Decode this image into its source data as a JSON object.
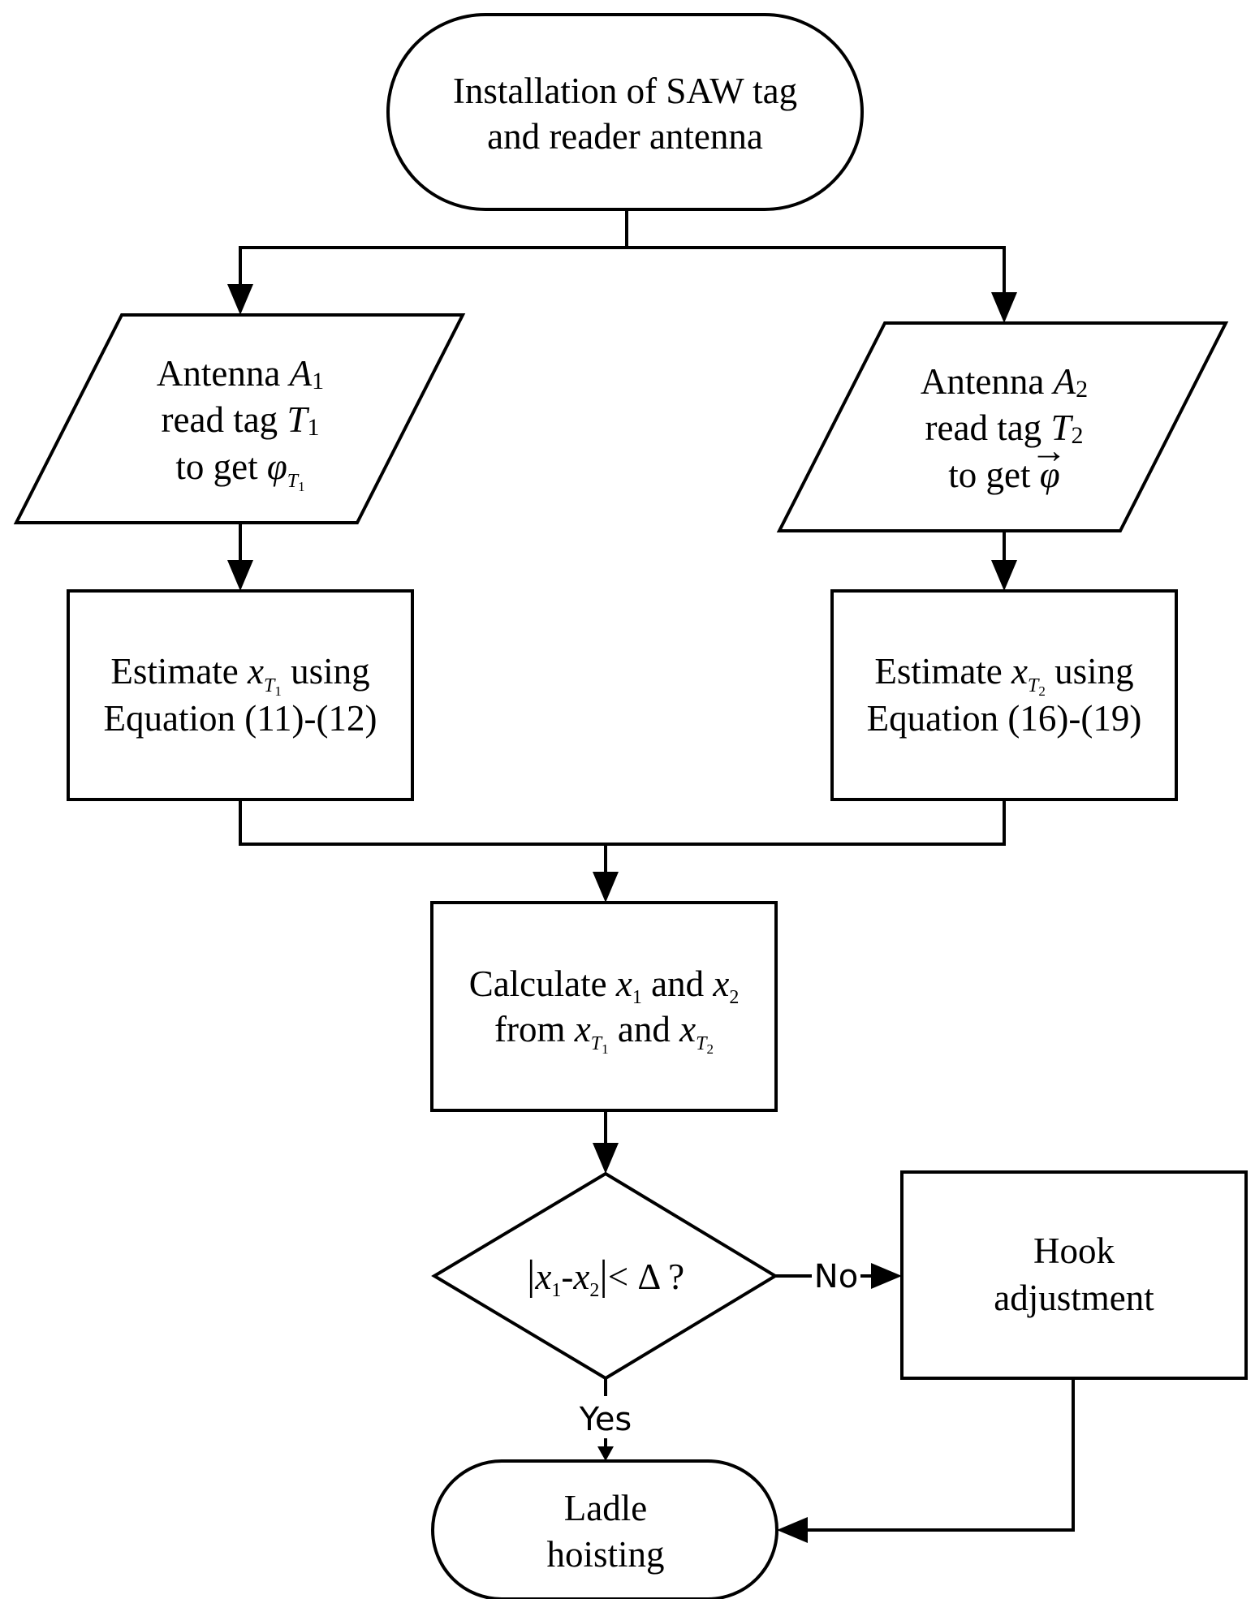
{
  "nodes": {
    "start": {
      "line1": "Installation of SAW tag",
      "line2": "and reader antenna"
    },
    "input_a1": {
      "line1_text": "Antenna ",
      "line1_var": "A",
      "line1_sub": "1",
      "line2_text": "read tag ",
      "line2_var": "T",
      "line2_sub": "1",
      "line3_text": "to get ",
      "line3_var": "φ",
      "line3_sub_var": "T",
      "line3_sub_sub": "1"
    },
    "input_a2": {
      "line1_text": "Antenna ",
      "line1_var": "A",
      "line1_sub": "2",
      "line2_text": "read tag ",
      "line2_var": "T",
      "line2_sub": "2",
      "line3_text": "to get ",
      "line3_var": "φ",
      "line3_vec": "→"
    },
    "estimate_t1": {
      "line1_prefix": "Estimate ",
      "line1_var": "x",
      "line1_sub_var": "T",
      "line1_sub_sub": "1",
      "line1_suffix": " using",
      "line2": "Equation (11)-(12)"
    },
    "estimate_t2": {
      "line1_prefix": "Estimate ",
      "line1_var": "x",
      "line1_sub_var": "T",
      "line1_sub_sub": "2",
      "line1_suffix": " using",
      "line2": "Equation (16)-(19)"
    },
    "calculate": {
      "line1_prefix": "Calculate ",
      "line1_var1": "x",
      "line1_sub1": "1",
      "line1_mid": " and ",
      "line1_var2": "x",
      "line1_sub2": "2",
      "line2_prefix": "from ",
      "line2_var1": "x",
      "line2_sub1_var": "T",
      "line2_sub1_sub": "1",
      "line2_mid": " and ",
      "line2_var2": "x",
      "line2_sub2_var": "T",
      "line2_sub2_sub": "2"
    },
    "decision": {
      "bar_open": "|",
      "var1": "x",
      "sub1": "1",
      "minus": "-",
      "var2": "x",
      "sub2": "2",
      "bar_close": "|",
      "rest": "< Δ ?"
    },
    "hook": {
      "line1": "Hook",
      "line2": "adjustment"
    },
    "end": {
      "line1": "Ladle",
      "line2": "hoisting"
    }
  },
  "edges": {
    "no_label": "No",
    "yes_label": "Yes"
  }
}
